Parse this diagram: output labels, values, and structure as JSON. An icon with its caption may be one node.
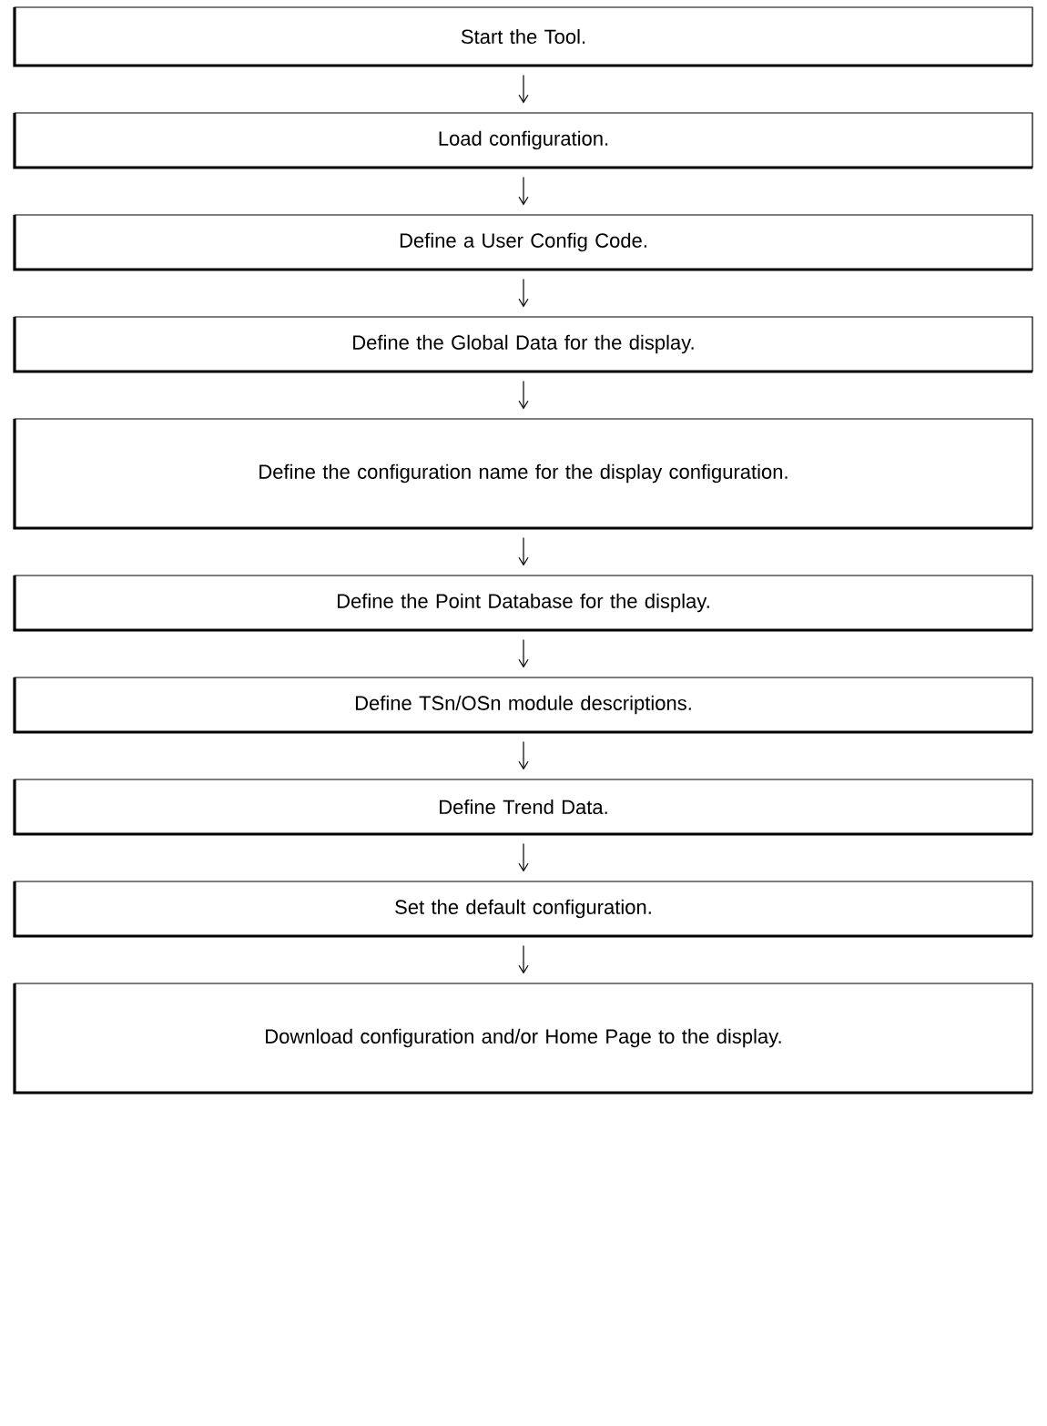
{
  "diagram": {
    "nodes": [
      {
        "text": [
          "Start the Tool."
        ]
      },
      {
        "text": [
          "Load configuration."
        ]
      },
      {
        "text": [
          "Define a User Config Code."
        ]
      },
      {
        "text": [
          "Define the Global Data for the display."
        ]
      },
      {
        "text": [
          "Define the configuration name for the display configuration."
        ]
      },
      {
        "text": [
          "Define the Point Database for the display."
        ]
      },
      {
        "text": [
          "Define TSn/OSn module descriptions."
        ]
      },
      {
        "text": [
          "Define Trend Data."
        ]
      },
      {
        "text": [
          "Set the default configuration."
        ]
      },
      {
        "text": [
          "Download configuration and/or Home Page to the display."
        ]
      }
    ],
    "edges": [
      {
        "from": 0,
        "to": 1,
        "arrow": "to"
      },
      {
        "from": 1,
        "to": 2,
        "arrow": "to"
      },
      {
        "from": 2,
        "to": 3,
        "arrow": "to"
      },
      {
        "from": 3,
        "to": 4,
        "arrow": "to"
      },
      {
        "from": 4,
        "to": 5,
        "arrow": "to"
      },
      {
        "from": 5,
        "to": 6,
        "arrow": "to"
      },
      {
        "from": 6,
        "to": 7,
        "arrow": "to"
      },
      {
        "from": 7,
        "to": 8,
        "arrow": "to"
      },
      {
        "from": 8,
        "to": 9,
        "arrow": "to"
      }
    ]
  }
}
